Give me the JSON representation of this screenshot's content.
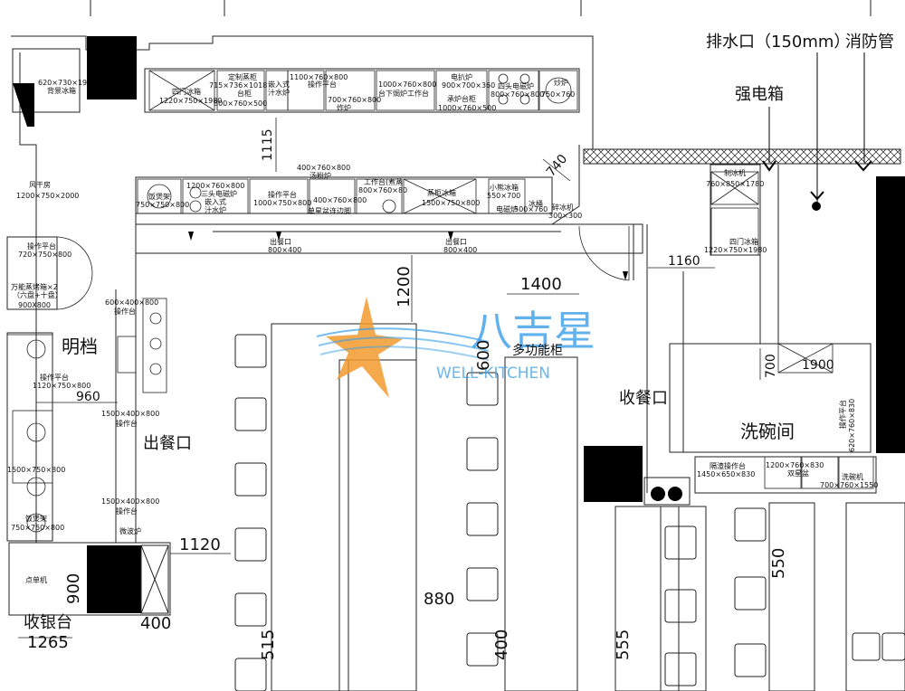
{
  "logo": {
    "cn": "八吉星",
    "en": "WELL-KITCHEN"
  },
  "top_right": {
    "drain": "排水口（150mm）",
    "fire": "消防管",
    "power": "强电箱"
  },
  "zones": {
    "mingdang": "明档",
    "serving": "出餐口",
    "collect": "收餐口",
    "dishwash": "洗碗间",
    "cashier": "收银台",
    "multi_cabinet": "多功能柜"
  },
  "dims": {
    "d1115": "1115",
    "d740": "740",
    "d1200": "1200",
    "d1400": "1400",
    "d1160": "1160",
    "d960": "960",
    "d1120": "1120",
    "d900": "900",
    "d400": "400",
    "d1265": "1265",
    "d880": "880",
    "d515": "515",
    "d400b": "400",
    "d555": "555",
    "d550": "550",
    "d600": "600",
    "d700": "700",
    "d1900": "1900"
  },
  "equipment": {
    "e1": "620×730×19",
    "e2": "背景冰箱",
    "e3": "四门冰箱",
    "e4": "1220×750×1980",
    "e5": "定制蒸柜",
    "e6": "715×736×1018",
    "e7": "台柜",
    "e8": "800×760×500",
    "e9": "嵌入式",
    "e10": "汁水炉",
    "e11": "1100×760×800",
    "e12": "操作平台",
    "e13": "700×760×800",
    "e14": "炸炉",
    "e15": "1000×760×800",
    "e16": "台下焗炉工作台",
    "e17": "电扒炉",
    "e18": "900×700×360",
    "e19": "承炉台柜",
    "e20": "1000×760×500",
    "e21": "四头电磁炉",
    "e22": "800×760×800",
    "e23": "炒炉",
    "e24": "750×760",
    "e25": "风干房",
    "e26": "1200×750×2000",
    "e27": "饭煲架",
    "e28": "750×750×800",
    "e29": "1200×760×800",
    "e30": "三头电磁炉",
    "e31": "嵌入式",
    "e32": "汁水炉",
    "e33": "操作平台",
    "e34": "1000×750×800",
    "e35": "400×760×800",
    "e36": "汤粉炉",
    "e37": "400×760×800",
    "e38": "单星盆连边脚",
    "e39": "工作台(煮蒸",
    "e40": "800×760×80",
    "e41": "蒸柜冰箱",
    "e42": "1500×750×800",
    "e43": "小熊冰箱",
    "e44": "550×700",
    "e45": "电磁炉",
    "e46": "500×760",
    "e47": "冰桶",
    "e48": "碎冰机",
    "e49": "300×300",
    "e50": "出餐口",
    "e51": "800×400",
    "e52": "出餐口",
    "e53": "800×400",
    "e54": "制冰机",
    "e55": "760×850×1780",
    "e56": "四门冰箱",
    "e57": "1220×750×1980",
    "e58": "操作平台",
    "e59": "720×750×800",
    "e60": "万能蒸烤箱×2",
    "e61": "（六盘+十盘）",
    "e62": "900X800",
    "e63": "600×400×800",
    "e64": "操作台",
    "e65": "操作平台",
    "e66": "1120×750×800",
    "e67": "1500×400×800",
    "e68": "操作台",
    "e69": "1500×750×800",
    "e70": "饭煲架",
    "e71": "750×750×800",
    "e72": "1500×400×800",
    "e73": "操作台",
    "e74": "微波炉",
    "e75": "点单机",
    "e76": "操作平台",
    "e77": "620×760×830",
    "e78": "隔渣操作台",
    "e79": "1450×650×830",
    "e80": "1200×760×830",
    "e81": "双星盆",
    "e82": "洗碗机",
    "e83": "700×760×1550"
  },
  "colors": {
    "wall": "#000000",
    "line": "#222222",
    "logo_blue": "#3aa0e8",
    "logo_orange": "#f29a2e"
  }
}
